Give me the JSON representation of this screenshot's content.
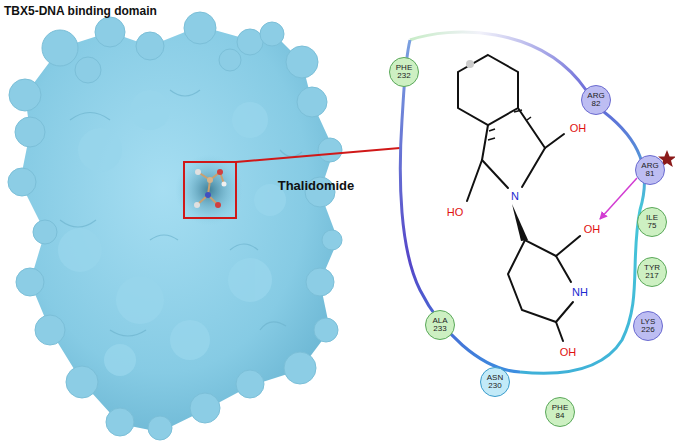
{
  "diagram": {
    "title": "TBX5-DNA binding domain",
    "nodes": [
      {
        "text": [
          "PHE 232"
        ]
      },
      {
        "text": [
          "ARG 82"
        ]
      },
      {
        "text": [
          "ARG 81"
        ]
      },
      {
        "text": [
          "ILE 75"
        ]
      },
      {
        "text": [
          "TYR 217"
        ]
      },
      {
        "text": [
          "LYS 226"
        ]
      },
      {
        "text": [
          "ALA 233"
        ]
      },
      {
        "text": [
          "ASN 230"
        ]
      },
      {
        "text": [
          "PHE 84"
        ]
      }
    ],
    "labels": [
      "Thalidomide",
      "OH",
      "N",
      "HO",
      "OH",
      "NH",
      "OH"
    ]
  }
}
